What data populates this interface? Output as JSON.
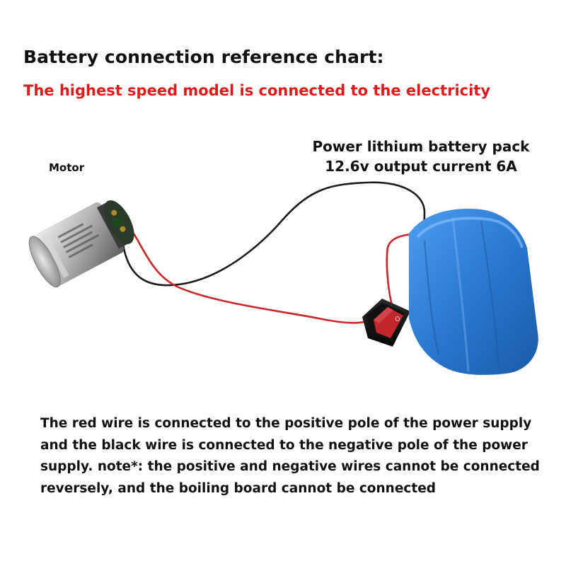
{
  "header": {
    "title": "Battery connection reference chart:",
    "subtitle": "The highest speed model is connected to the electricity"
  },
  "labels": {
    "motor": "Motor",
    "battery_line1": "Power lithium battery pack",
    "battery_line2": "12.6v output current 6A"
  },
  "switch": {
    "symbol": "O"
  },
  "note": {
    "text": "The red wire is connected to the positive pole of the power supply and the black wire is connected to the negative pole of the power supply. note*: the positive and negative wires cannot be connected reversely, and the boiling board cannot be connected"
  },
  "colors": {
    "subtitle": "#e01a1a",
    "red_wire": "#c8262a",
    "black_wire": "#1a1a1a",
    "battery": "#2e7fd6",
    "switch_button": "#c1272d"
  }
}
